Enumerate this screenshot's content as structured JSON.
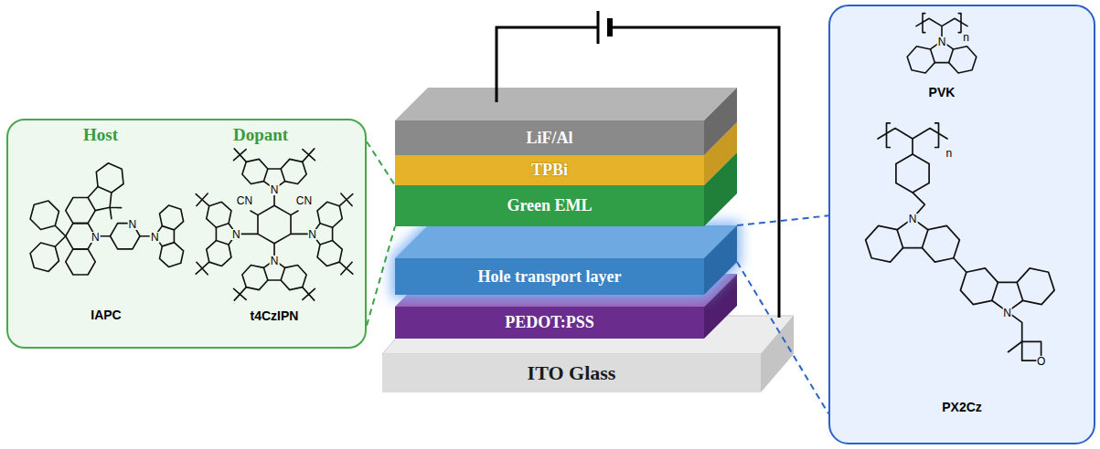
{
  "diagram": {
    "nodes": [
      {
        "text": [
          "Host",
          "Dopant",
          "IAPC",
          "t4CzIPN"
        ]
      },
      {
        "text": [
          "LiF/Al"
        ]
      },
      {
        "text": [
          "TPBi"
        ]
      },
      {
        "text": [
          "Green EML"
        ]
      },
      {
        "text": [
          "Hole transport layer"
        ]
      },
      {
        "text": [
          "PEDOT:PSS"
        ]
      },
      {
        "text": [
          "ITO Glass"
        ]
      },
      {
        "text": [
          "PVK",
          "PX2Cz"
        ]
      }
    ],
    "edges": [
      {
        "from": 0,
        "to": 3,
        "arrow": "none"
      },
      {
        "from": 0,
        "to": 3,
        "arrow": "none"
      },
      {
        "from": 4,
        "to": 7,
        "arrow": "none"
      },
      {
        "from": 4,
        "to": 7,
        "arrow": "none"
      }
    ],
    "labels": [
      "N",
      "N",
      "N",
      "N",
      "CN",
      "CN",
      "N",
      "N",
      "N",
      "n",
      "N",
      "n",
      "N",
      "N",
      "O"
    ]
  }
}
